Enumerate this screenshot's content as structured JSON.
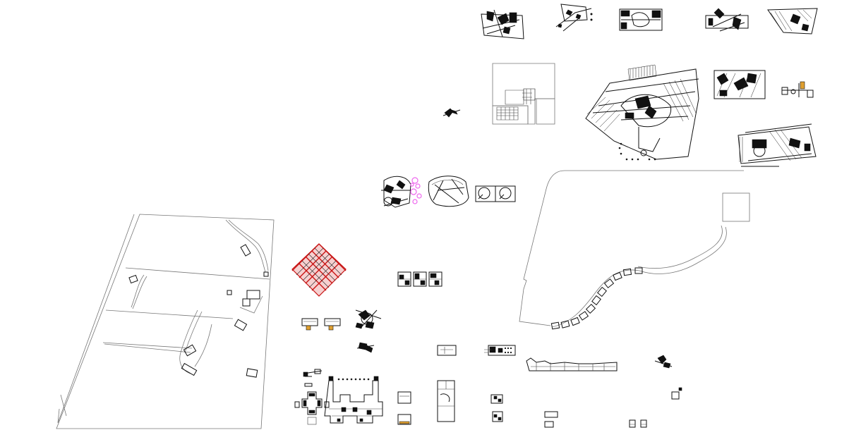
{
  "canvas": {
    "background": "#ffffff",
    "line_color": "#111111",
    "accent_colors": {
      "red_plan": "#c81414",
      "magenta_markup": "#ee66ee",
      "orange_marks": "#e0a030",
      "grey_outline": "#777777"
    }
  },
  "sheets": [
    {
      "name": "top-row-plans",
      "count": 5
    },
    {
      "name": "large-complex-plan"
    },
    {
      "name": "site-parcel-plan"
    },
    {
      "name": "curved-road-plan"
    },
    {
      "name": "red-diamond-plan"
    },
    {
      "name": "small-detail-plans"
    }
  ]
}
